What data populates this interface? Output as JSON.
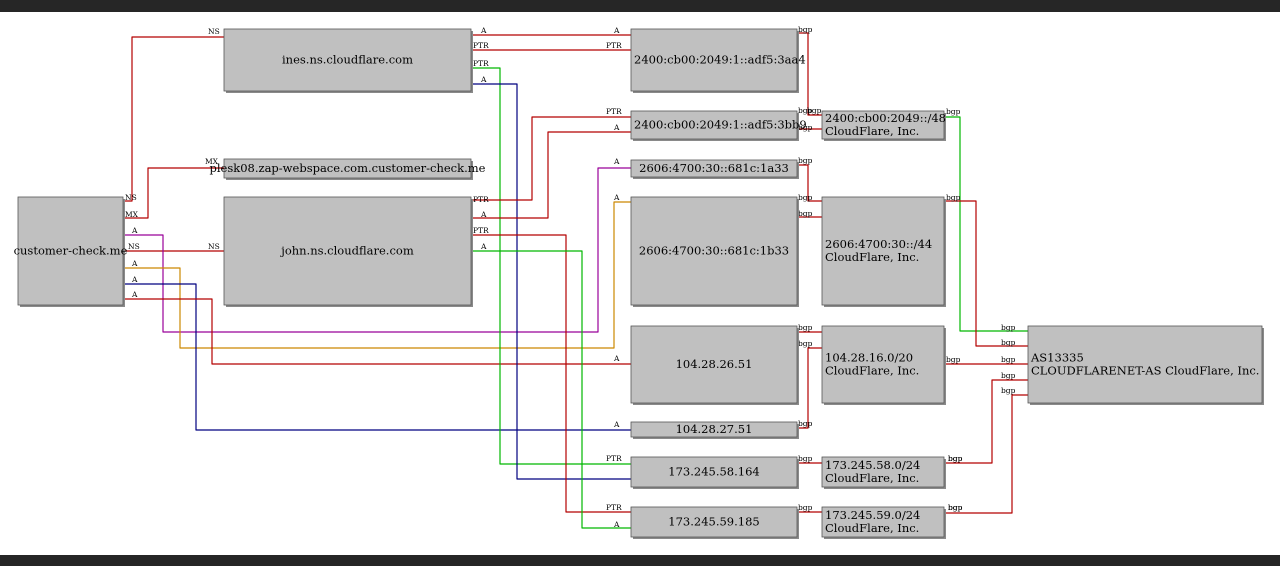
{
  "colors": {
    "frame": "#262626",
    "node_fill": "#c0c0c0",
    "node_border": "#555555",
    "red": "#b30000",
    "green": "#00b800",
    "navy": "#000080",
    "magenta": "#990099",
    "orange": "#cc8800"
  },
  "nodes": [
    {
      "id": "customer",
      "label": [
        "customer-check.me"
      ]
    },
    {
      "id": "ines",
      "label": [
        "ines.ns.cloudflare.com"
      ]
    },
    {
      "id": "plesk",
      "label": [
        "plesk08.zap-webspace.com.customer-check.me"
      ]
    },
    {
      "id": "john",
      "label": [
        "john.ns.cloudflare.com"
      ]
    },
    {
      "id": "ip6a",
      "label": [
        "2400:cb00:2049:1::adf5:3aa4"
      ]
    },
    {
      "id": "ip6b",
      "label": [
        "2400:cb00:2049:1::adf5:3bb9"
      ]
    },
    {
      "id": "ip6c",
      "label": [
        "2606:4700:30::681c:1a33"
      ]
    },
    {
      "id": "ip6d",
      "label": [
        "2606:4700:30::681c:1b33"
      ]
    },
    {
      "id": "ip4a",
      "label": [
        "104.28.26.51"
      ]
    },
    {
      "id": "ip4b",
      "label": [
        "104.28.27.51"
      ]
    },
    {
      "id": "ip4c",
      "label": [
        "173.245.58.164"
      ]
    },
    {
      "id": "ip4d",
      "label": [
        "173.245.59.185"
      ]
    },
    {
      "id": "net1",
      "label": [
        "2400:cb00:2049::/48",
        "CloudFlare, Inc."
      ]
    },
    {
      "id": "net2",
      "label": [
        "2606:4700:30::/44",
        "CloudFlare, Inc."
      ]
    },
    {
      "id": "net3",
      "label": [
        "104.28.16.0/20",
        "CloudFlare, Inc."
      ]
    },
    {
      "id": "net4",
      "label": [
        "173.245.58.0/24",
        "CloudFlare, Inc."
      ]
    },
    {
      "id": "net5",
      "label": [
        "173.245.59.0/24",
        "CloudFlare, Inc."
      ]
    },
    {
      "id": "asn",
      "label": [
        "AS13335",
        "CLOUDFLARENET-AS CloudFlare, Inc."
      ]
    }
  ],
  "edges": [
    {
      "from": "customer",
      "to": "ines",
      "color": "red",
      "tail": "NS",
      "head": "NS"
    },
    {
      "from": "customer",
      "to": "plesk",
      "color": "red",
      "tail": "MX",
      "head": "MX"
    },
    {
      "from": "customer",
      "to": "john",
      "color": "red",
      "tail": "NS",
      "head": "NS"
    },
    {
      "from": "customer",
      "to": "ip6c",
      "color": "magenta",
      "tail": "A",
      "head": "A"
    },
    {
      "from": "customer",
      "to": "ip6d",
      "color": "orange",
      "tail": "A",
      "head": "A"
    },
    {
      "from": "customer",
      "to": "ip4b",
      "color": "navy",
      "tail": "A",
      "head": "A"
    },
    {
      "from": "customer",
      "to": "ip4a",
      "color": "red",
      "tail": "A",
      "head": "A"
    },
    {
      "from": "ines",
      "to": "ip6a",
      "color": "red",
      "tail": "A",
      "head": "A"
    },
    {
      "from": "ines",
      "to": "ip6a",
      "color": "red",
      "tail": "PTR",
      "head": "PTR"
    },
    {
      "from": "ines",
      "to": "ip4c",
      "color": "green",
      "tail": "PTR",
      "head": "PTR"
    },
    {
      "from": "ines",
      "to": "ip4c",
      "color": "navy",
      "tail": "A",
      "head": ""
    },
    {
      "from": "john",
      "to": "ip6b",
      "color": "red",
      "tail": "PTR",
      "head": "PTR"
    },
    {
      "from": "john",
      "to": "ip6b",
      "color": "red",
      "tail": "A",
      "head": "A"
    },
    {
      "from": "john",
      "to": "ip4d",
      "color": "red",
      "tail": "PTR",
      "head": "PTR"
    },
    {
      "from": "john",
      "to": "ip4d",
      "color": "green",
      "tail": "A",
      "head": "A"
    },
    {
      "from": "ip6a",
      "to": "net1",
      "color": "red",
      "tail": "bgp",
      "head": "bgp"
    },
    {
      "from": "ip6b",
      "to": "net1",
      "color": "red",
      "tail": "bgp",
      "head": "bgp"
    },
    {
      "from": "ip6c",
      "to": "net2",
      "color": "red",
      "tail": "bgp",
      "head": "bgp"
    },
    {
      "from": "ip6d",
      "to": "net2",
      "color": "red",
      "tail": "",
      "head": "bgp"
    },
    {
      "from": "ip4a",
      "to": "net3",
      "color": "red",
      "tail": "bgp",
      "head": ""
    },
    {
      "from": "ip4b",
      "to": "net3",
      "color": "red",
      "tail": "bgp",
      "head": "bgp"
    },
    {
      "from": "ip4c",
      "to": "net4",
      "color": "red",
      "tail": "bgp",
      "head": "bgp"
    },
    {
      "from": "ip4d",
      "to": "net5",
      "color": "red",
      "tail": "bgp",
      "head": "bgp"
    },
    {
      "from": "net1",
      "to": "asn",
      "color": "green",
      "tail": "bgp",
      "head": "bgp"
    },
    {
      "from": "net2",
      "to": "asn",
      "color": "red",
      "tail": "bgp",
      "head": "bgp"
    },
    {
      "from": "net3",
      "to": "asn",
      "color": "red",
      "tail": "bgp",
      "head": "bgp"
    },
    {
      "from": "net4",
      "to": "asn",
      "color": "red",
      "tail": "bgp",
      "head": "bgp"
    },
    {
      "from": "net5",
      "to": "asn",
      "color": "red",
      "tail": "bgp",
      "head": "bgp"
    }
  ]
}
